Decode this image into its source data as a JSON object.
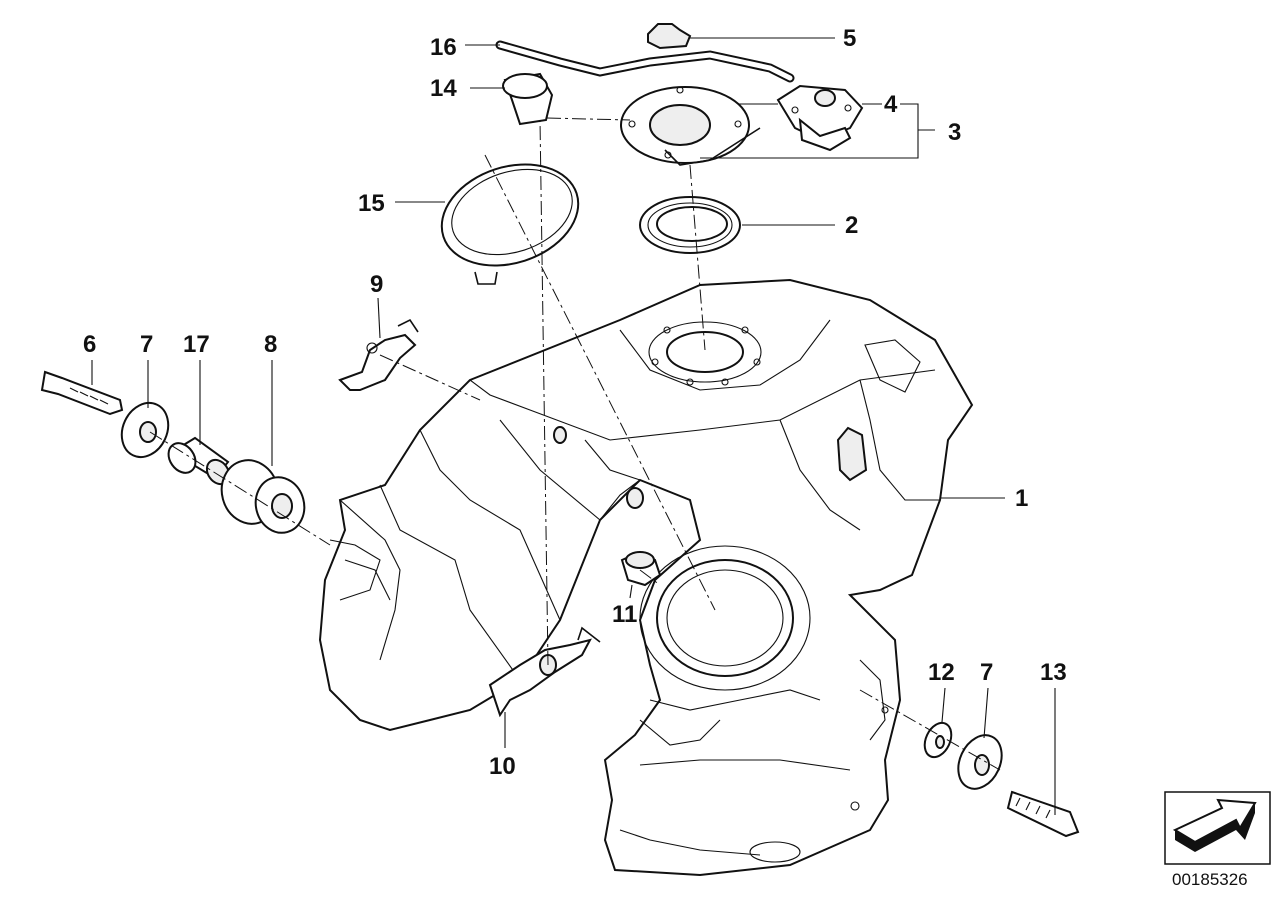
{
  "diagram": {
    "callouts": {
      "c1": "1",
      "c2": "2",
      "c3": "3",
      "c4": "4",
      "c5": "5",
      "c6": "6",
      "c7a": "7",
      "c7b": "7",
      "c8": "8",
      "c9": "9",
      "c10": "10",
      "c11": "11",
      "c12": "12",
      "c13": "13",
      "c14": "14",
      "c15": "15",
      "c16": "16",
      "c17": "17"
    },
    "document_number": "00185326"
  }
}
